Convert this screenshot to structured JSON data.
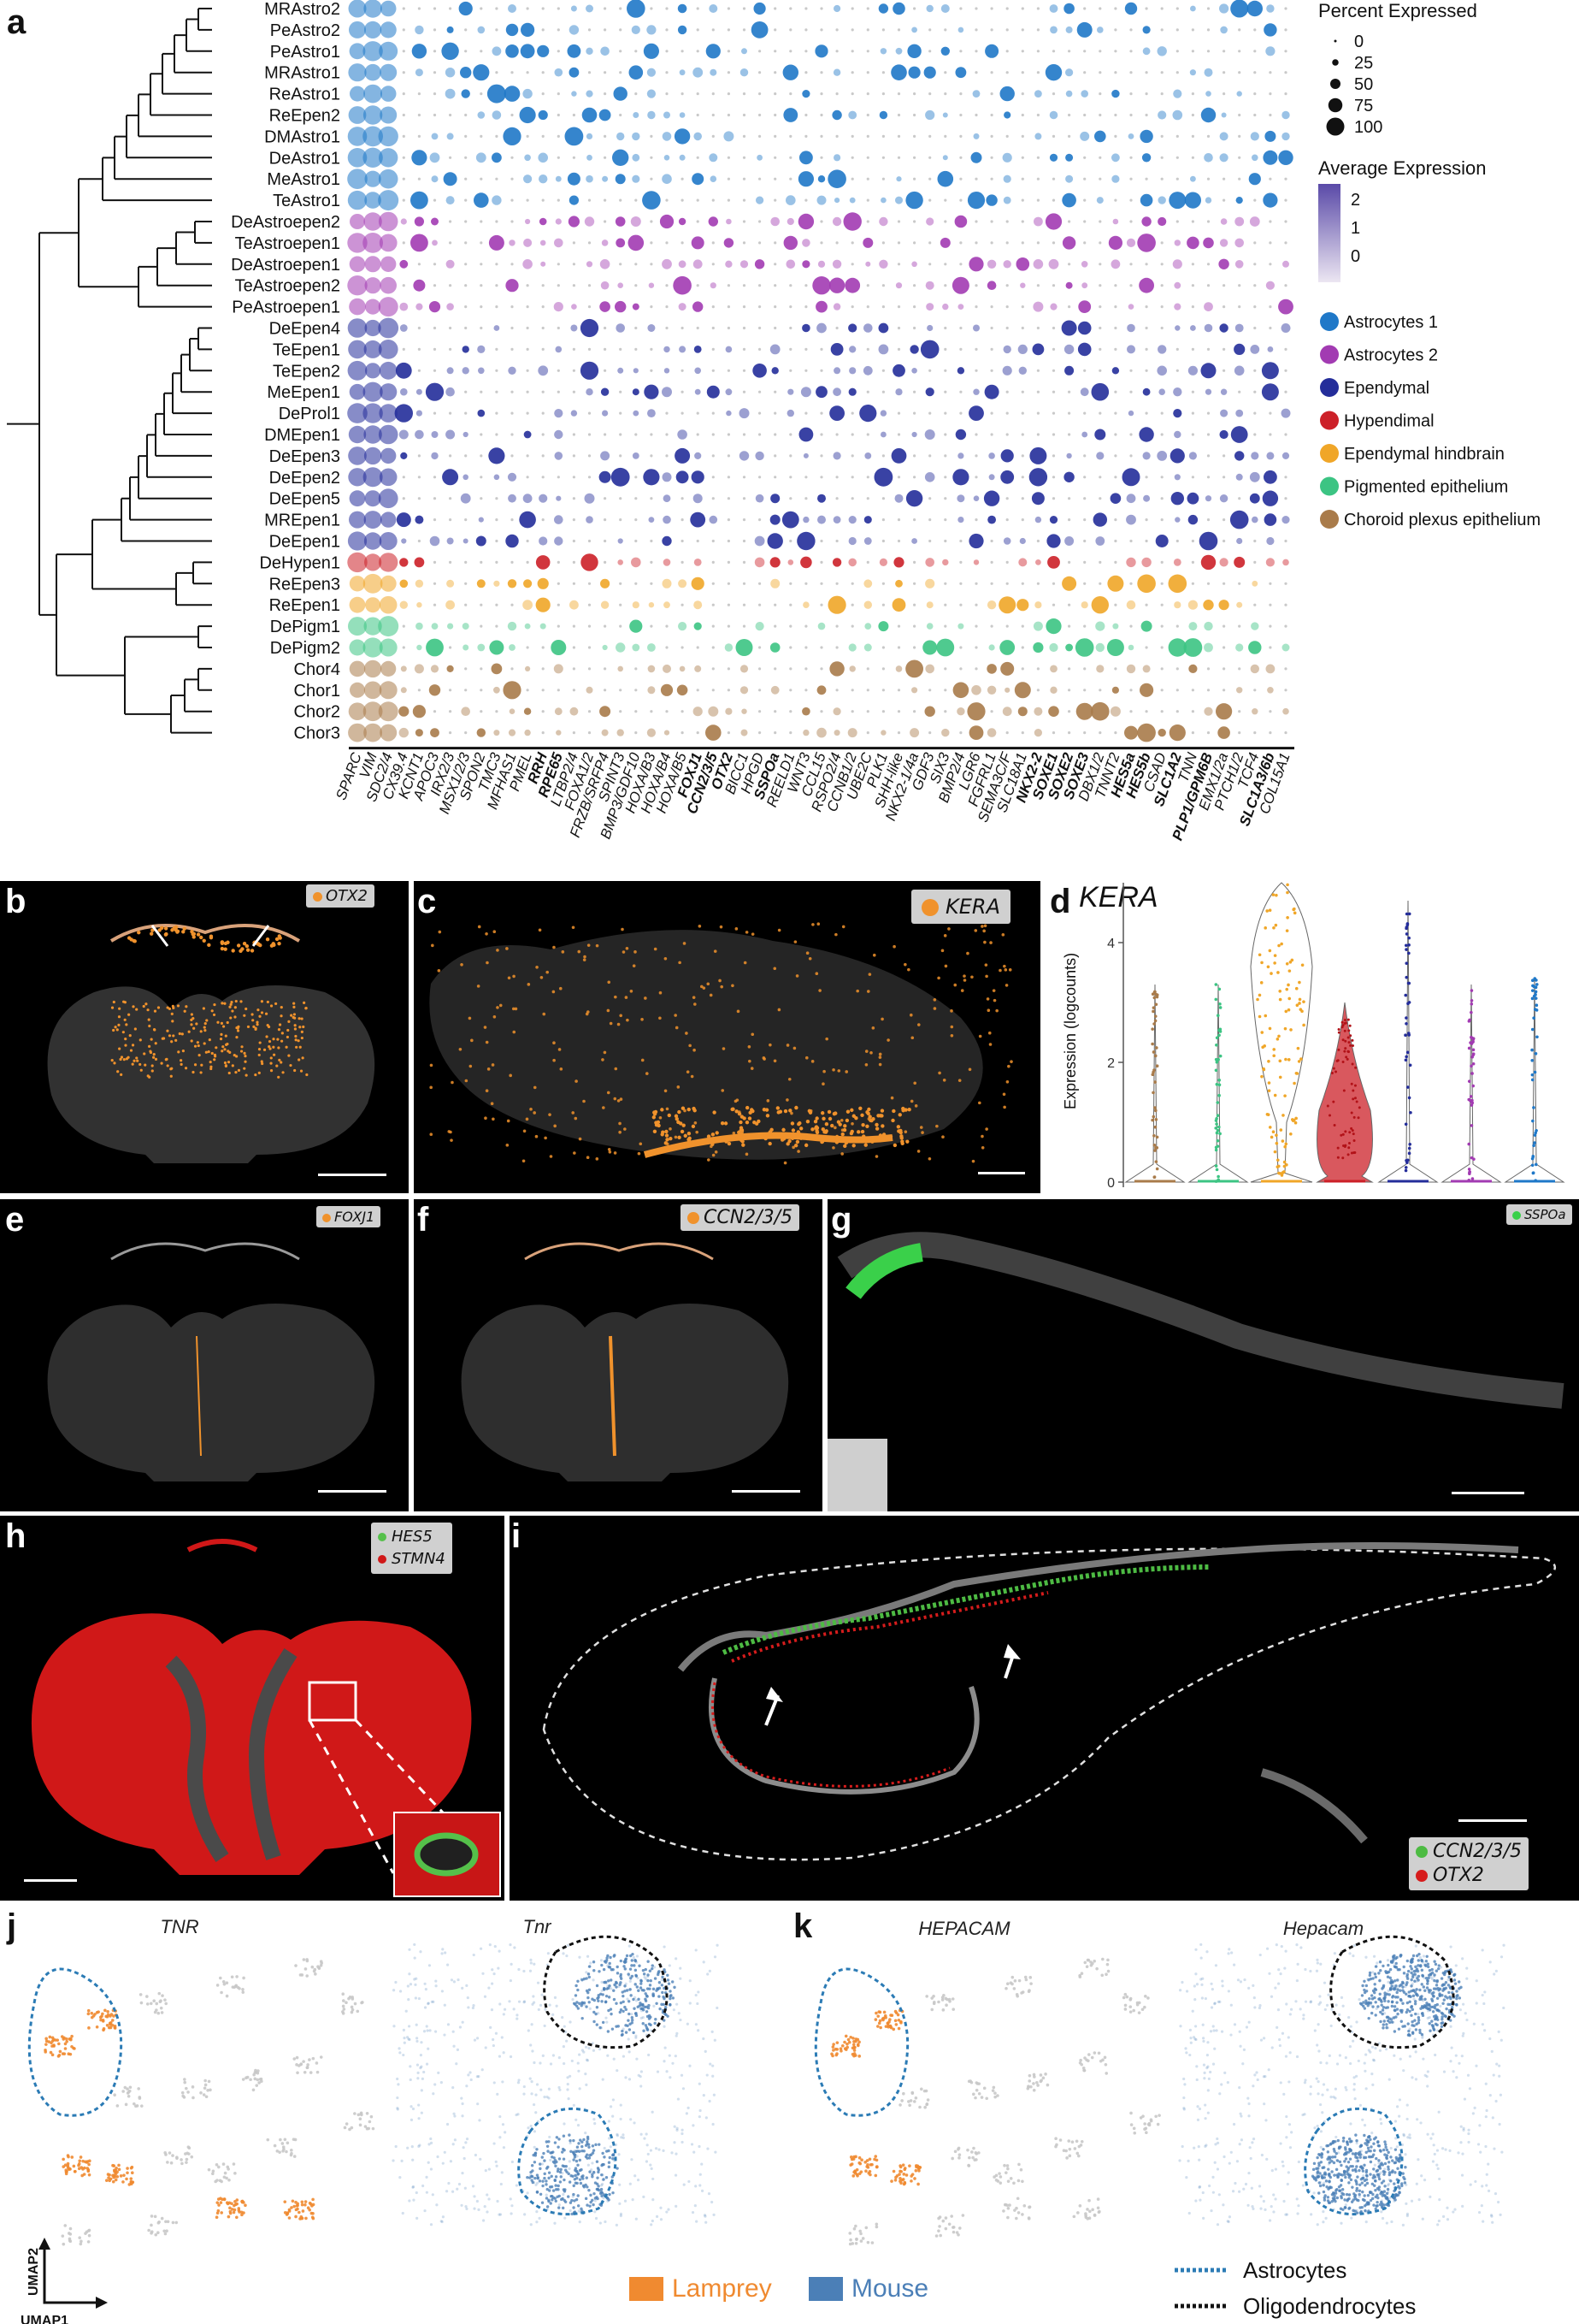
{
  "panels": {
    "a": "a",
    "b": "b",
    "c": "c",
    "d": "d",
    "e": "e",
    "f": "f",
    "g": "g",
    "h": "h",
    "i": "i",
    "j": "j",
    "k": "k"
  },
  "chart_data": [
    {
      "type": "dotplot",
      "panel": "a",
      "rows": [
        "MRAstro2",
        "PeAstro2",
        "PeAstro1",
        "MRAstro1",
        "ReAstro1",
        "ReEpen2",
        "DMAstro1",
        "DeAstro1",
        "MeAstro1",
        "TeAstro1",
        "DeAstroepen2",
        "TeAstroepen1",
        "DeAstroepen1",
        "TeAstroepen2",
        "PeAstroepen1",
        "DeEpen4",
        "TeEpen1",
        "TeEpen2",
        "MeEpen1",
        "DeProl1",
        "DMEpen1",
        "DeEpen3",
        "DeEpen2",
        "DeEpen5",
        "MREpen1",
        "DeEpen1",
        "DeHypen1",
        "ReEpen3",
        "ReEpen1",
        "DePigm1",
        "DePigm2",
        "Chor4",
        "Chor1",
        "Chor2",
        "Chor3"
      ],
      "row_groups": [
        0,
        0,
        0,
        0,
        0,
        0,
        0,
        0,
        0,
        0,
        1,
        1,
        1,
        1,
        1,
        2,
        2,
        2,
        2,
        2,
        2,
        2,
        2,
        2,
        2,
        2,
        3,
        4,
        4,
        5,
        5,
        6,
        6,
        6,
        6
      ],
      "genes": [
        "SPARC",
        "VIM",
        "SDC2/4",
        "CX39.4",
        "KCNT1",
        "APOC3",
        "IRX2/3",
        "MSX1/2/3",
        "SPON2",
        "TMC3",
        "MFHAS1",
        "PMEL",
        "RRH",
        "RPE65",
        "LTBP2/4",
        "FOXA1/2",
        "FRZB/SRFP4",
        "SPINT3",
        "BMP3/GDF10",
        "HOXA/B3",
        "HOXA/B4",
        "HOXA/B5",
        "FOXJ1",
        "CCN2/3/5",
        "OTX2",
        "BICC1",
        "HPGD",
        "SSPOa",
        "REELD1",
        "WNT3",
        "CCL15",
        "RSPO2/4",
        "CCNB1/2",
        "UBE2C",
        "PLK1",
        "SHH-like",
        "NKX2-1/4a",
        "GDF3",
        "SIX3",
        "BMP2/4",
        "LGR6",
        "FGFRL1",
        "SEMA3C/F",
        "SLC18A1",
        "NKX2-2",
        "SOXE1",
        "SOXE2",
        "SOXE3",
        "DBX1/2",
        "TNNT2",
        "HES5a",
        "HES5b",
        "CSAD",
        "SLC1A2",
        "TNN",
        "PLP1/GPM6B",
        "EMX1/2a",
        "PTCH1/2",
        "TCF4",
        "SLC1A3/6b",
        "COL15A1"
      ],
      "bold_genes": [
        "RRH",
        "RPE65",
        "FOXJ1",
        "CCN2/3/5",
        "OTX2",
        "SSPOa",
        "NKX2-2",
        "SOXE1",
        "SOXE2",
        "SOXE3",
        "HES5a",
        "HES5b",
        "SLC1A2",
        "PLP1/GPM6B",
        "SLC1A3/6b"
      ],
      "size_legend": {
        "title": "Percent Expressed",
        "values": [
          0,
          25,
          50,
          75,
          100
        ]
      },
      "color_legend": {
        "title": "Average Expression",
        "ticks": [
          "2",
          "1",
          "0"
        ]
      },
      "groups": [
        {
          "name": "Astrocytes 1",
          "color": "#1f78c8"
        },
        {
          "name": "Astrocytes 2",
          "color": "#a23bb2"
        },
        {
          "name": "Ependymal",
          "color": "#242d9a"
        },
        {
          "name": "Hypendimal",
          "color": "#cc2028"
        },
        {
          "name": "Ependymal hindbrain",
          "color": "#f0a628"
        },
        {
          "name": "Pigmented epithelium",
          "color": "#3cc483"
        },
        {
          "name": "Choroid plexus epithelium",
          "color": "#a97b4a"
        }
      ]
    },
    {
      "type": "violin",
      "panel": "d",
      "title": "KERA",
      "ylabel": "Expression (logcounts)",
      "yticks": [
        0,
        2,
        4
      ],
      "ylim": [
        0,
        5
      ],
      "series": [
        {
          "color": "#a97b4a",
          "median": 0,
          "max": 3.3
        },
        {
          "color": "#3cc483",
          "median": 0,
          "max": 3.3
        },
        {
          "color": "#f0a628",
          "median": 0,
          "max": 5.0
        },
        {
          "color": "#cc2028",
          "median": 1.2,
          "max": 3.0
        },
        {
          "color": "#242d9a",
          "median": 0,
          "max": 4.7
        },
        {
          "color": "#a23bb2",
          "median": 0,
          "max": 3.3
        },
        {
          "color": "#1f78c8",
          "median": 0,
          "max": 3.4
        }
      ]
    }
  ],
  "tags": {
    "b": "OTX2",
    "c": "KERA",
    "e": "FOXJ1",
    "f": "CCN2/3/5",
    "g": "SSPOa",
    "h1": "HES5",
    "h2": "STMN4",
    "i1": "CCN2/3/5",
    "i2": "OTX2"
  },
  "umap": {
    "titles": [
      "TNR",
      "Tnr",
      "HEPACAM",
      "Hepacam"
    ],
    "axis_y": "UMAP2",
    "axis_x": "UMAP1",
    "species": [
      {
        "name": "Lamprey",
        "color": "#f08a30"
      },
      {
        "name": "Mouse",
        "color": "#4b7fb7"
      }
    ],
    "outlines": [
      {
        "name": "Astrocytes",
        "color": "#2b7bb5"
      },
      {
        "name": "Oligodendrocytes",
        "color": "#111111"
      }
    ]
  }
}
